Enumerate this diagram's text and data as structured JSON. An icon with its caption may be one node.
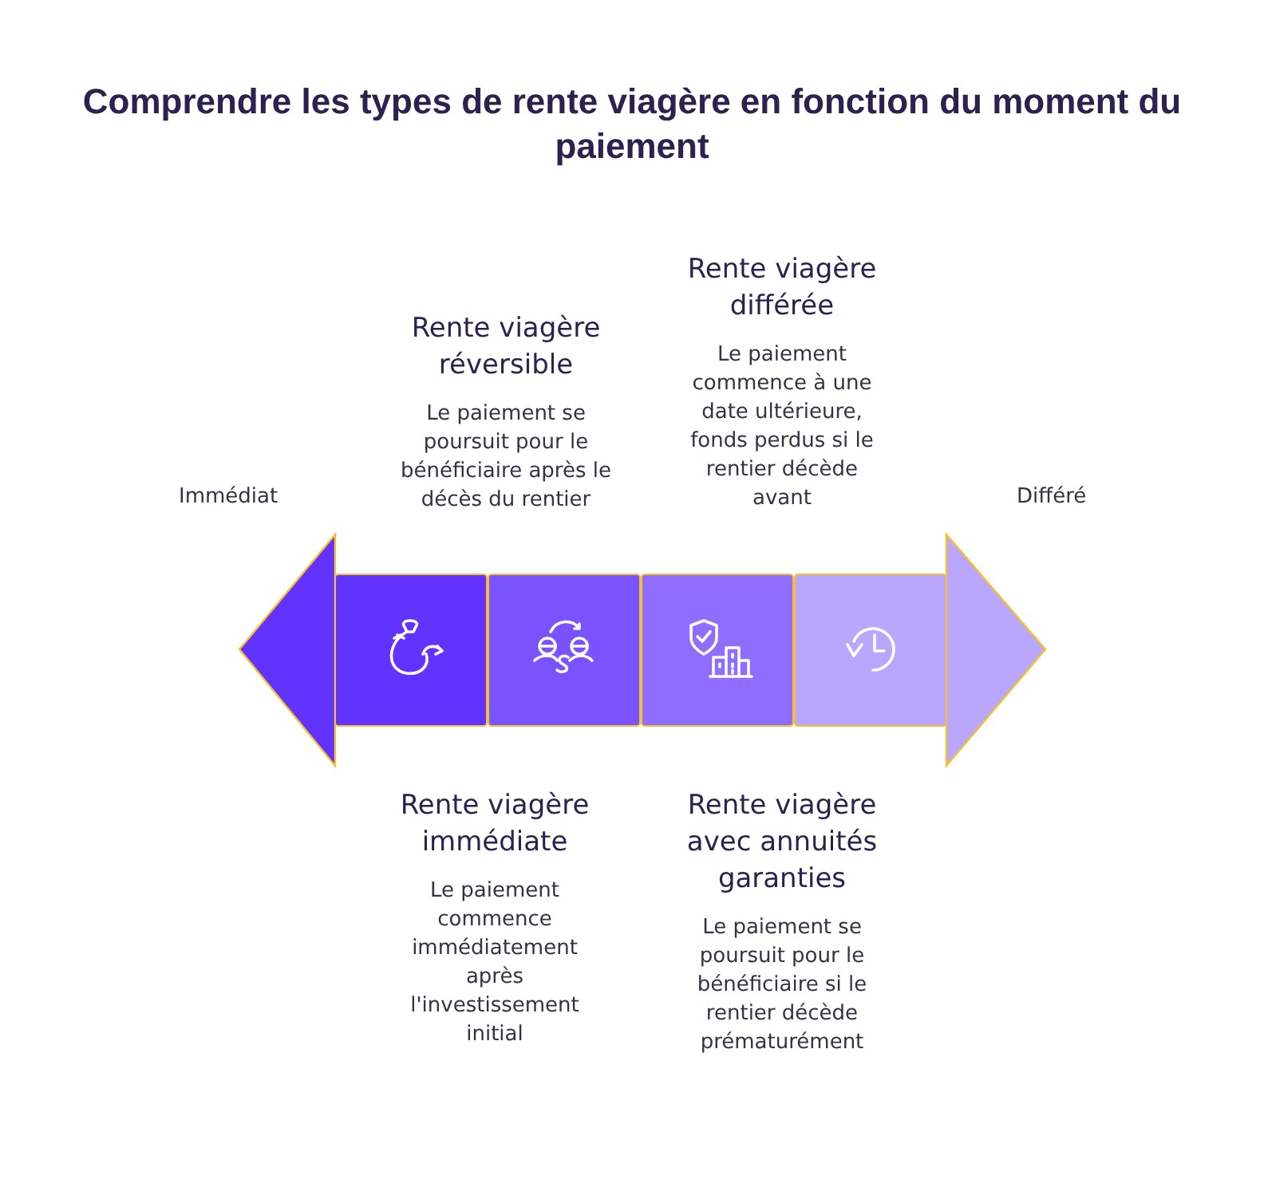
{
  "diagram": {
    "title": "Comprendre les types de rente viagère en fonction du moment du paiement",
    "nodes": [
      {
        "text": [
          "Rente viagère réversible",
          "Le paiement se poursuit pour le bénéficiaire après le décès du rentier"
        ]
      },
      {
        "text": [
          "Rente viagère différée",
          "Le paiement commence à une date ultérieure, fonds perdus si le rentier décède avant"
        ]
      },
      {
        "text": [
          "Rente viagère immédiate",
          "Le paiement commence immédiatement après l'investissement initial"
        ]
      },
      {
        "text": [
          "Rente viagère avec annuités garanties",
          "Le paiement se poursuit pour le bénéficiaire si le rentier décède prématurément"
        ]
      }
    ],
    "labels": [
      "Immédiat",
      "Différé"
    ]
  }
}
